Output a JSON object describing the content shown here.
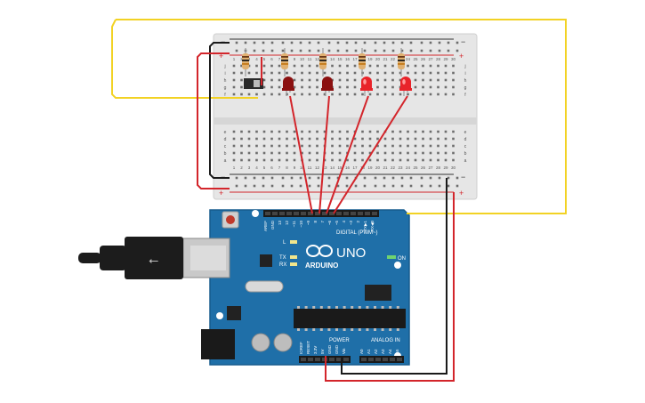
{
  "board": {
    "logo": "ARDUINO",
    "model": "UNO",
    "on_label": "ON",
    "digital_label": "DIGITAL (PWM~)",
    "power_label": "POWER",
    "analog_label": "ANALOG IN",
    "tx_label": "TX",
    "rx_label": "RX",
    "l_label": "L",
    "digital_pins": [
      "AREF",
      "GND",
      "13",
      "12",
      "~11",
      "~10",
      "~9",
      "8",
      "7",
      "~6",
      "~5",
      "4",
      "~3",
      "2",
      "TX▶1",
      "RX◀0"
    ],
    "power_pins": [
      "IOREF",
      "RESET",
      "3.3V",
      "5V",
      "GND",
      "GND",
      "Vin"
    ],
    "analog_pins": [
      "A0",
      "A1",
      "A2",
      "A3",
      "A4",
      "A5"
    ]
  },
  "breadboard": {
    "column_numbers": [
      "1",
      "2",
      "3",
      "4",
      "5",
      "6",
      "7",
      "8",
      "9",
      "10",
      "11",
      "12",
      "13",
      "14",
      "15",
      "16",
      "17",
      "18",
      "19",
      "20",
      "21",
      "22",
      "23",
      "24",
      "25",
      "26",
      "27",
      "28",
      "29",
      "30"
    ],
    "top_rows": [
      "j",
      "i",
      "h",
      "g",
      "f"
    ],
    "bottom_rows": [
      "e",
      "d",
      "c",
      "b",
      "a"
    ],
    "rail_minus": "−",
    "rail_plus": "+"
  },
  "components": {
    "resistors": 5,
    "leds": [
      {
        "color": "#8b1010",
        "state": "off"
      },
      {
        "color": "#8b1010",
        "state": "off"
      },
      {
        "color": "#e8232a",
        "state": "on"
      },
      {
        "color": "#e8232a",
        "state": "on"
      }
    ]
  },
  "colors": {
    "board_blue": "#1f6fa8",
    "board_dark": "#175c8e",
    "breadboard": "#e9e9e9",
    "wire_red": "#d3252b",
    "wire_black": "#1a1a1a",
    "wire_yellow": "#f2d224"
  }
}
